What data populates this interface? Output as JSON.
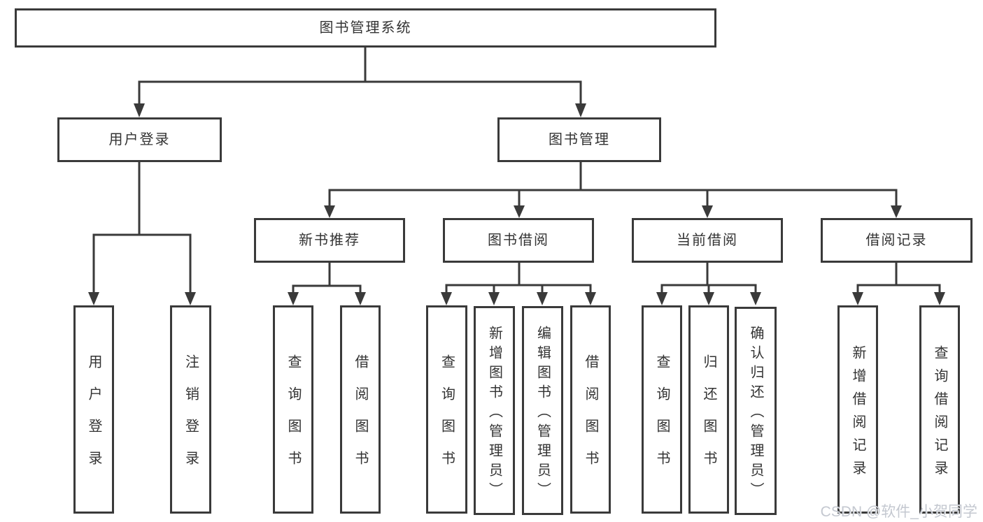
{
  "title": "图书管理系统",
  "watermark": {
    "text": "CSDN @软件_小贺同学"
  },
  "colors": {
    "line": "#3a3a3a",
    "text": "#333333",
    "background": "#ffffff",
    "watermark": "#c4c8d0"
  },
  "tree": {
    "label": "图书管理系统",
    "children": [
      {
        "label": "用户登录",
        "children": [
          {
            "label": "用户登录"
          },
          {
            "label": "注销登录"
          }
        ]
      },
      {
        "label": "图书管理",
        "children": [
          {
            "label": "新书推荐",
            "children": [
              {
                "label": "查询图书"
              },
              {
                "label": "借阅图书"
              }
            ]
          },
          {
            "label": "图书借阅",
            "children": [
              {
                "label": "查询图书"
              },
              {
                "label": "新增图书（管理员）"
              },
              {
                "label": "编辑图书（管理员）"
              },
              {
                "label": "借阅图书"
              }
            ]
          },
          {
            "label": "当前借阅",
            "children": [
              {
                "label": "查询图书"
              },
              {
                "label": "归还图书"
              },
              {
                "label": "确认归还（管理员）"
              }
            ]
          },
          {
            "label": "借阅记录",
            "children": [
              {
                "label": "新增借阅记录"
              },
              {
                "label": "查询借阅记录"
              }
            ]
          }
        ]
      }
    ]
  }
}
